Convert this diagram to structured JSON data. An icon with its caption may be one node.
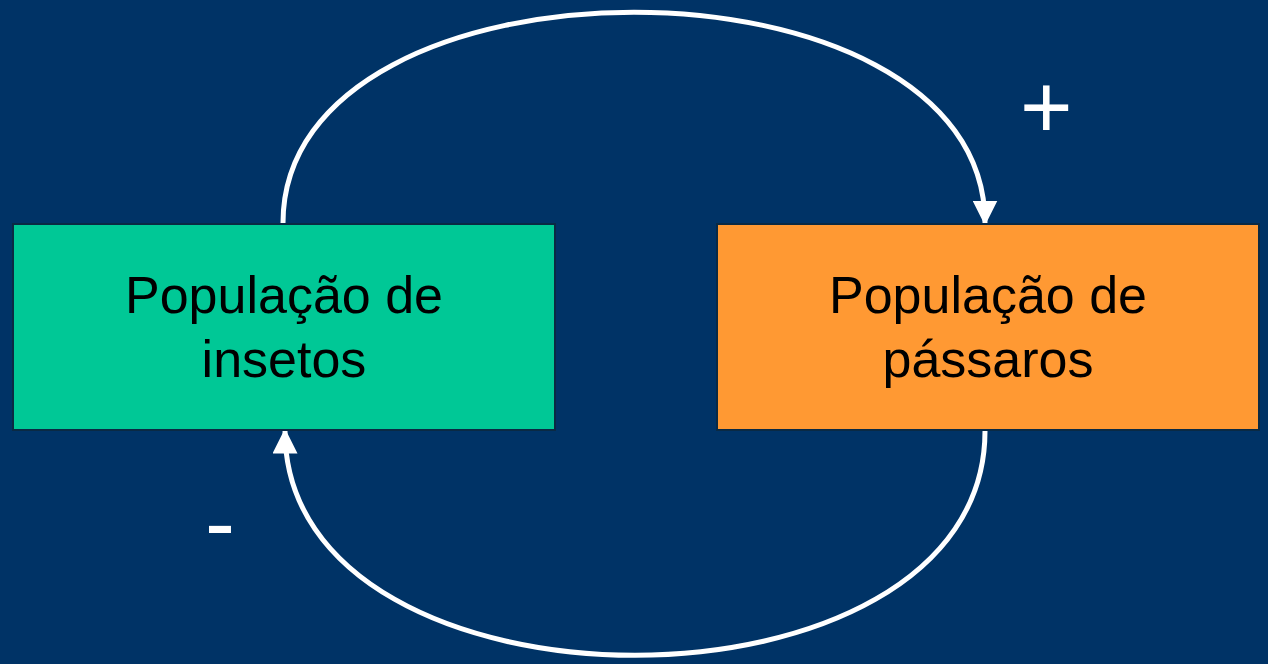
{
  "diagram": {
    "nodes": [
      {
        "text": [
          "População de insetos"
        ]
      },
      {
        "text": [
          "População de pássaros"
        ]
      }
    ],
    "edges": [
      {
        "from": 0,
        "to": 1,
        "arrow": "to"
      },
      {
        "from": 1,
        "to": 0,
        "arrow": "to"
      }
    ],
    "labels": [
      "+",
      "-"
    ]
  }
}
